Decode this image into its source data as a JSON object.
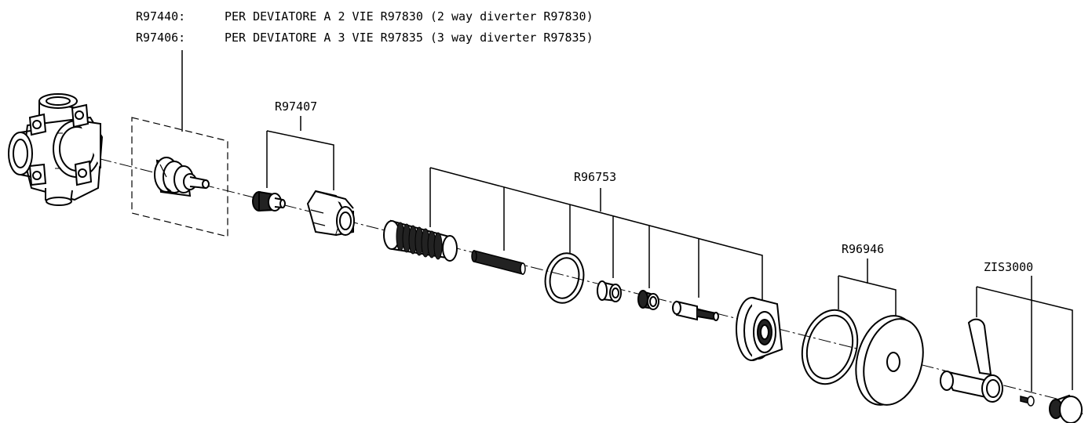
{
  "header": {
    "line1": {
      "code": "R97440:",
      "text": "PER DEVIATORE A 2 VIE R97830 (2 way diverter R97830)"
    },
    "line2": {
      "code": "R97406:",
      "text": "PER DEVIATORE A 3 VIE R97835 (3 way diverter R97835)"
    }
  },
  "callouts": {
    "r97407": "R97407",
    "r96753": "R96753",
    "r96946": "R96946",
    "zis3000": "ZIS3000"
  }
}
